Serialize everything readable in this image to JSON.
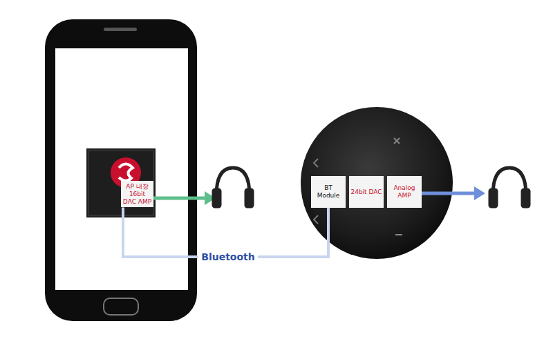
{
  "diagram": {
    "nodes": [
      {
        "text": [
          "AP 내장 16bit DAC AMP"
        ]
      },
      {
        "text": [
          "BT Module"
        ]
      },
      {
        "text": [
          "24bit DAC"
        ]
      },
      {
        "text": [
          "Analog AMP"
        ]
      }
    ],
    "edges": [
      {
        "from": 0,
        "to": 1,
        "label": "Bluetooth",
        "arrow": "none"
      }
    ]
  }
}
